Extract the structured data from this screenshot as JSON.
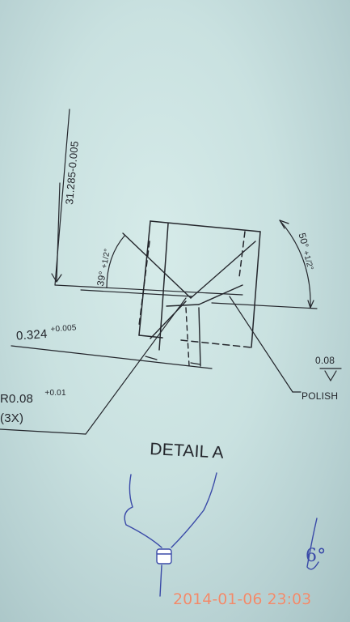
{
  "drawing": {
    "dim_height_value": "31.285-0.005",
    "angle_left_value": "39°",
    "angle_left_tol": "+1/2°",
    "angle_right_value": "50°",
    "angle_right_tol": "+1/2°",
    "dim_width_value": "0.324",
    "dim_width_tol": "+0.005",
    "radius_value": "R0.08",
    "radius_tol": "+0.01",
    "radius_qty": "(3X)",
    "finish_value": "0.08",
    "finish_note": "POLISH",
    "detail_title": "DETAIL A",
    "pen_mark": "6°"
  },
  "photo": {
    "timestamp": "2014-01-06 23:03",
    "ink_color": "#24262c",
    "pen_color": "#3a4aa8",
    "stamp_color": "#f08a6a"
  }
}
